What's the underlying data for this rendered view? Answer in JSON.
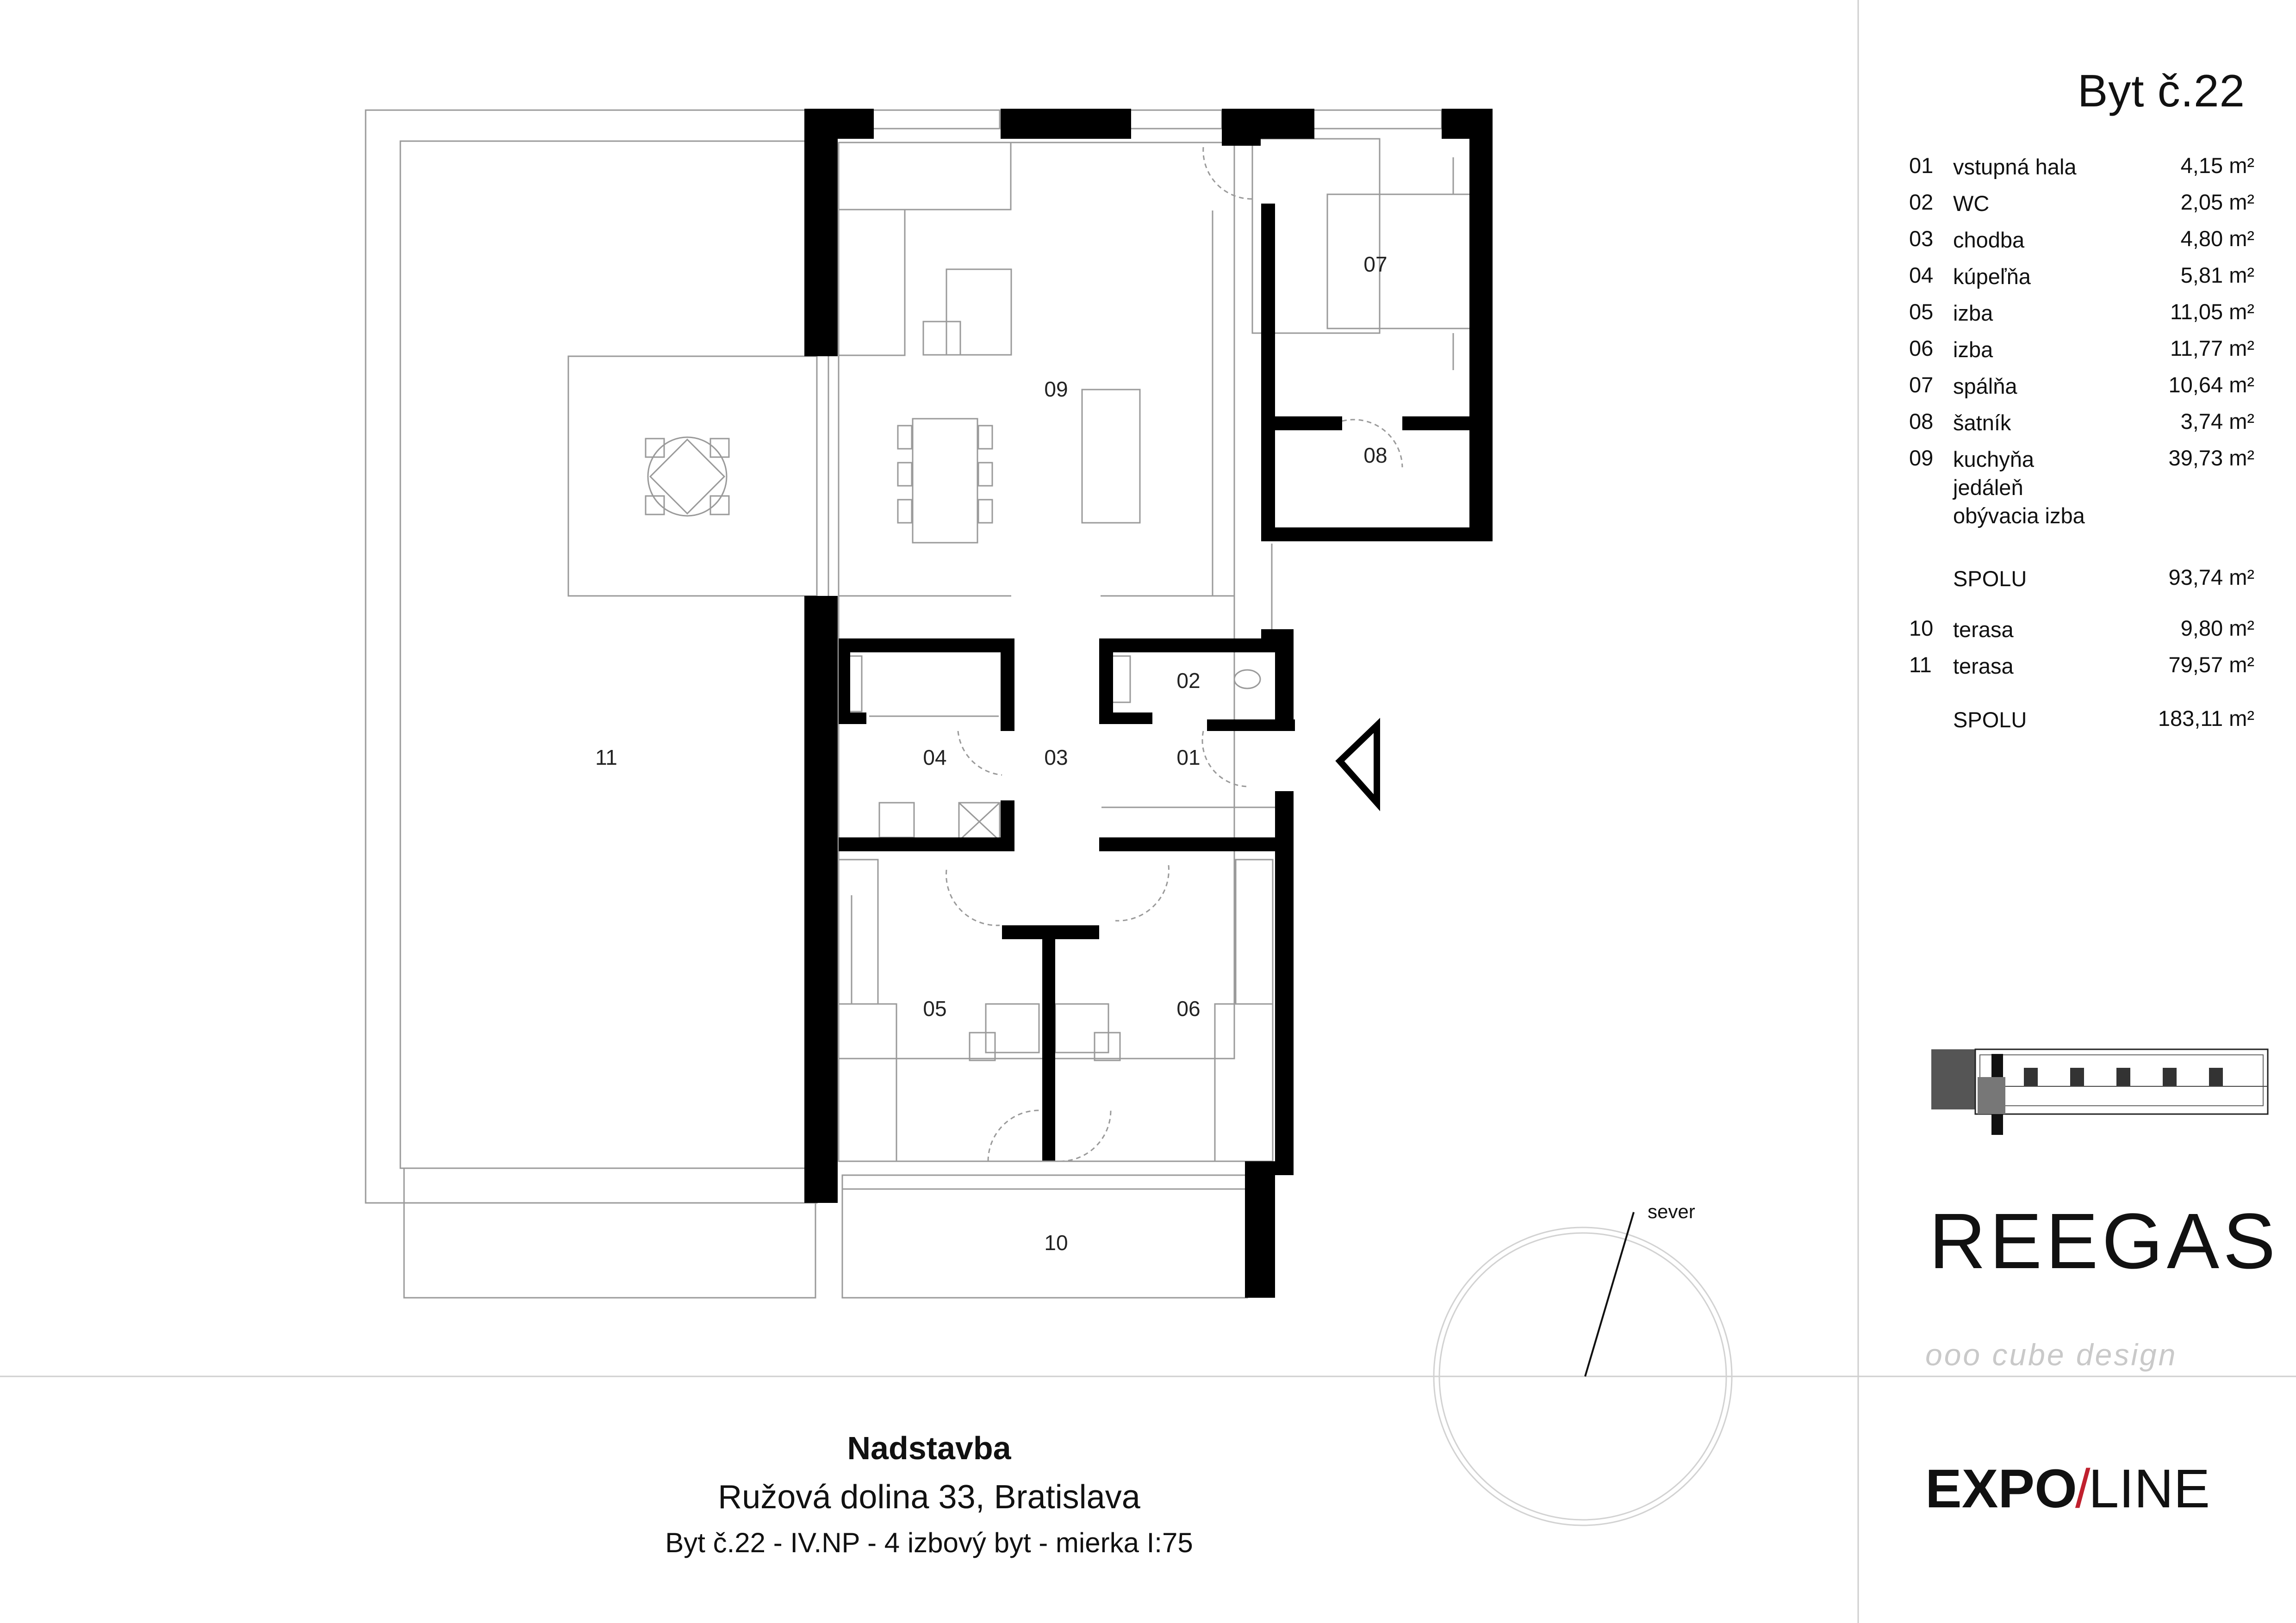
{
  "apartment_title": "Byt č.22",
  "legend": [
    {
      "num": "01",
      "name": "vstupná hala",
      "area": "4,15 m²"
    },
    {
      "num": "02",
      "name": "WC",
      "area": "2,05 m²"
    },
    {
      "num": "03",
      "name": "chodba",
      "area": "4,80 m²"
    },
    {
      "num": "04",
      "name": "kúpeľňa",
      "area": "5,81 m²"
    },
    {
      "num": "05",
      "name": "izba",
      "area": "11,05 m²"
    },
    {
      "num": "06",
      "name": "izba",
      "area": "11,77 m²"
    },
    {
      "num": "07",
      "name": "spálňa",
      "area": "10,64 m²"
    },
    {
      "num": "08",
      "name": "šatník",
      "area": "3,74 m²"
    },
    {
      "num": "09",
      "name": "kuchyňa jedáleň obývacia izba",
      "area": "39,73 m²"
    },
    {
      "num": "",
      "name": "SPOLU",
      "area": "93,74 m²"
    },
    {
      "num": "10",
      "name": "terasa",
      "area": "9,80 m²"
    },
    {
      "num": "11",
      "name": "terasa",
      "area": "79,57 m²"
    },
    {
      "num": "",
      "name": "SPOLU",
      "area": "183,11 m²"
    }
  ],
  "room_labels": [
    "01",
    "02",
    "03",
    "04",
    "05",
    "06",
    "07",
    "08",
    "09",
    "10",
    "11"
  ],
  "north_label": "sever",
  "brands": {
    "reegas": "REEGAS",
    "cube": "ooo cube design",
    "expo_a": "EXPO",
    "expo_slash": "/",
    "expo_b": "LINE"
  },
  "footer": {
    "project": "Nadstavba",
    "address": "Ružová dolina 33, Bratislava",
    "description": "Byt č.22 - IV.NP - 4 izbový byt - mierka I:75"
  },
  "colors": {
    "wall": "#000000",
    "thin_line": "#9a9a9a",
    "accent_red": "#c0202e"
  }
}
